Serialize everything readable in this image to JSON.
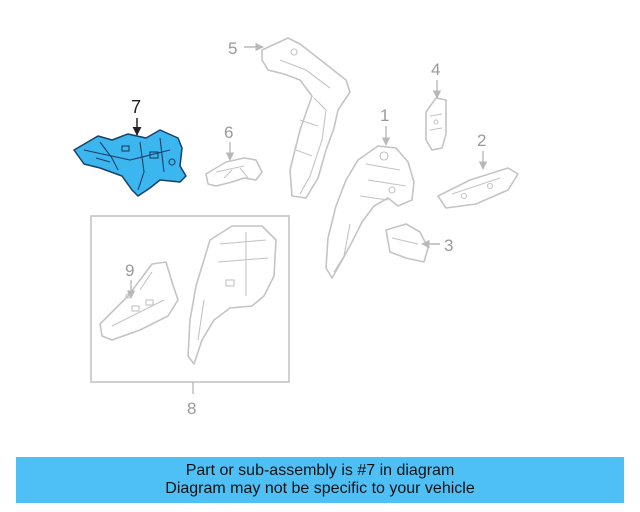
{
  "callouts": {
    "c1": "1",
    "c2": "2",
    "c3": "3",
    "c4": "4",
    "c5": "5",
    "c6": "6",
    "c7": "7",
    "c8": "8",
    "c9": "9"
  },
  "highlighted_part": "7",
  "colors": {
    "highlight": "#3cb6ee",
    "banner": "#4fc0f5",
    "outline": "#c4c4c4"
  },
  "banner": {
    "line1": "Part or sub-assembly is #7 in diagram",
    "line2": "Diagram may not be specific to your vehicle"
  }
}
